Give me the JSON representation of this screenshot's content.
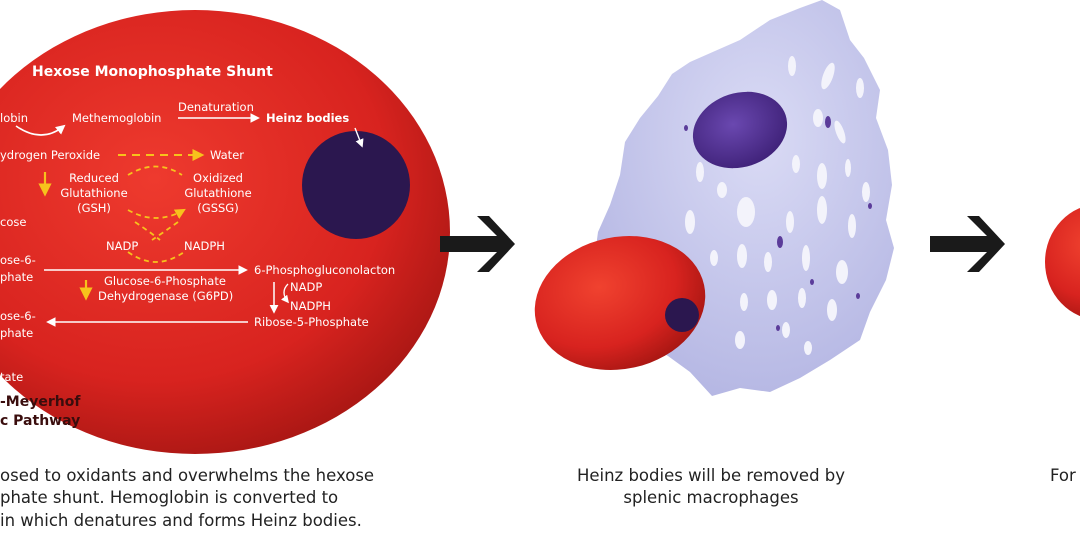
{
  "panel1": {
    "title": "Hexose Monophosphate Shunt",
    "hemoglobin": "lobin",
    "methemoglobin": "Methemoglobin",
    "denaturation": "Denaturation",
    "heinz_bodies": "Heinz bodies",
    "hydrogen_peroxide": "ydrogen Peroxide",
    "water": "Water",
    "reduced_glutathione": [
      "Reduced",
      "Glutathione",
      "(GSH)"
    ],
    "oxidized_glutathione": [
      "Oxidized",
      "Glutathione",
      "(GSSG)"
    ],
    "glucose": "cose",
    "nadp": "NADP",
    "nadph": "NADPH",
    "glucose_6_phosphate_left": [
      "ose-6-",
      "phate"
    ],
    "g6pd": [
      "Glucose-6-Phosphate",
      "Dehydrogenase (G6PD)"
    ],
    "phosphogluconolacton": "6-Phosphogluconolacton",
    "nadp_right": "NADP",
    "nadph_right": "NADPH",
    "ribulose_left": [
      "ose-6-",
      "phate"
    ],
    "ribose_5_phosphate": "Ribose-5-Phosphate",
    "lactate": "tate",
    "pathway": [
      "-Meyerhof",
      "c Pathway"
    ],
    "caption": [
      "osed to oxidants and overwhelms the hexose",
      "phate shunt. Hemoglobin is converted to",
      "in which denatures and forms Heinz bodies."
    ]
  },
  "panel2": {
    "caption": [
      "Heinz bodies will be removed by",
      "splenic macrophages"
    ]
  },
  "panel3": {
    "caption": [
      "For"
    ]
  },
  "colors": {
    "rbc_red": "#d8231f",
    "heinz_purple": "#2b174f",
    "macrophage_lavender": "#c7c8ec",
    "nucleus_purple": "#4a2a8a",
    "arrow_yellow": "#f7c21c",
    "arrow_black": "#1a1a1a"
  }
}
